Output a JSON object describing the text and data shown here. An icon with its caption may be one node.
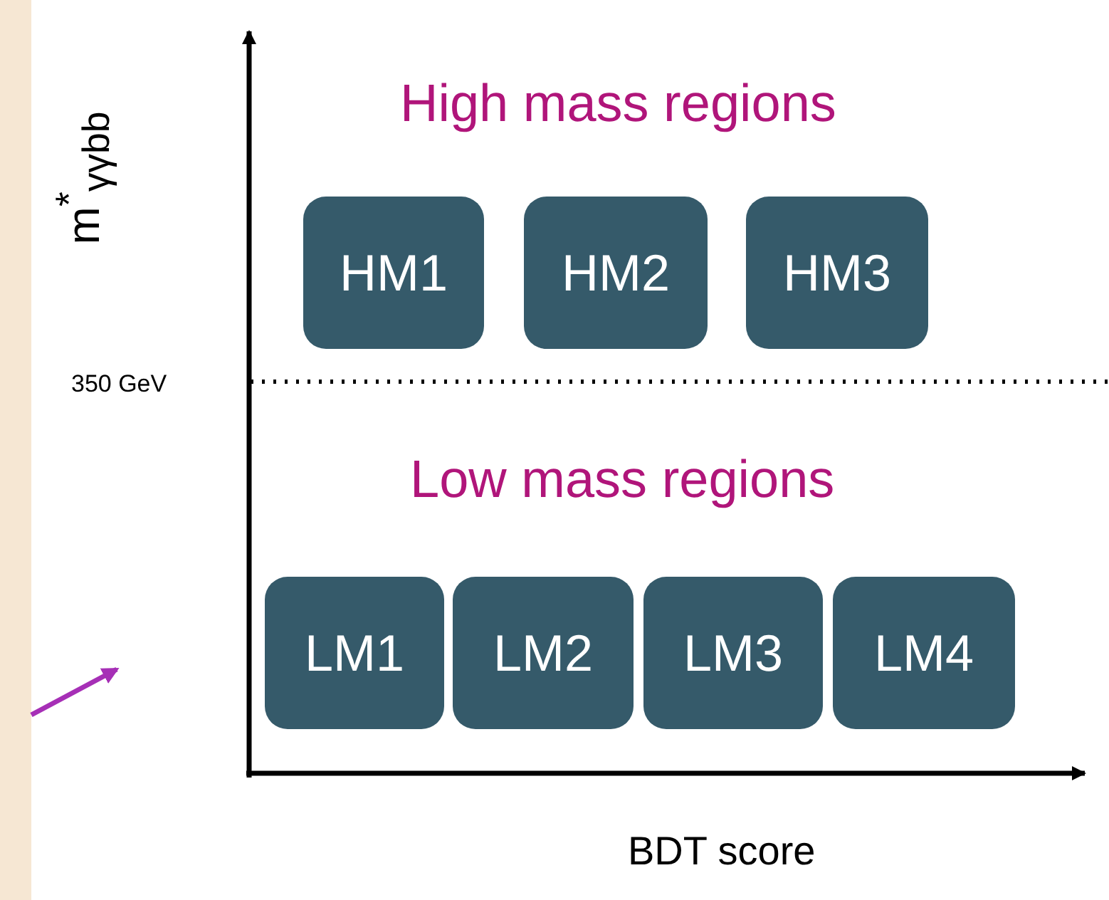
{
  "diagram": {
    "nodes": [
      {
        "text": [
          "HM1"
        ]
      },
      {
        "text": [
          "HM2"
        ]
      },
      {
        "text": [
          "HM3"
        ]
      },
      {
        "text": [
          "LM1"
        ]
      },
      {
        "text": [
          "LM2"
        ]
      },
      {
        "text": [
          "LM3"
        ]
      },
      {
        "text": [
          "LM4"
        ]
      }
    ],
    "edges": [],
    "labels": [
      "m$^{*}$$_{γγbb}$",
      "High mass regions",
      "350 GeV",
      "Low mass regions",
      "BDT score"
    ]
  }
}
